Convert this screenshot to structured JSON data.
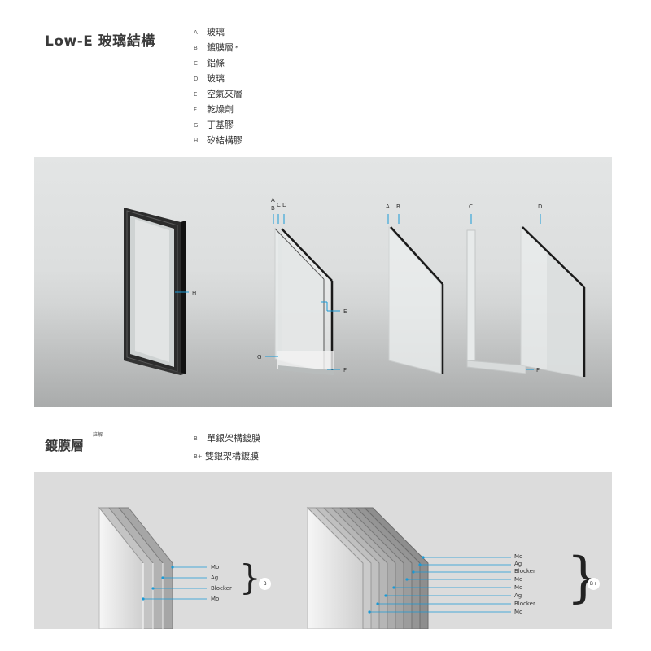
{
  "header": {
    "title": "Low-E 玻璃結構",
    "legend": [
      {
        "key": "A",
        "label": "玻璃"
      },
      {
        "key": "B",
        "label": "鍍膜層",
        "sup": "*"
      },
      {
        "key": "C",
        "label": "鋁條"
      },
      {
        "key": "D",
        "label": "玻璃"
      },
      {
        "key": "E",
        "label": "空氣夾層"
      },
      {
        "key": "F",
        "label": "乾燥劑"
      },
      {
        "key": "G",
        "label": "丁基膠"
      },
      {
        "key": "H",
        "label": "矽結構膠"
      }
    ]
  },
  "structure_labels": {
    "a": "A",
    "b": "B",
    "c": "C",
    "d": "D",
    "e": "E",
    "f": "F",
    "g": "G",
    "h": "H"
  },
  "coating": {
    "title": "鍍膜層",
    "note": "註解",
    "legend": [
      {
        "key": "B",
        "label": "單銀架構鍍膜"
      },
      {
        "key": "B+",
        "label": "雙銀架構鍍膜"
      }
    ],
    "single_layers": [
      "Mo",
      "Ag",
      "Blocker",
      "Mo"
    ],
    "single_badge": "B",
    "double_layers": [
      "Mo",
      "Ag",
      "Blocker",
      "Mo",
      "Mo",
      "Ag",
      "Blocker",
      "Mo"
    ],
    "double_badge": "B+"
  },
  "colors": {
    "accent": "#1a9ad6"
  }
}
